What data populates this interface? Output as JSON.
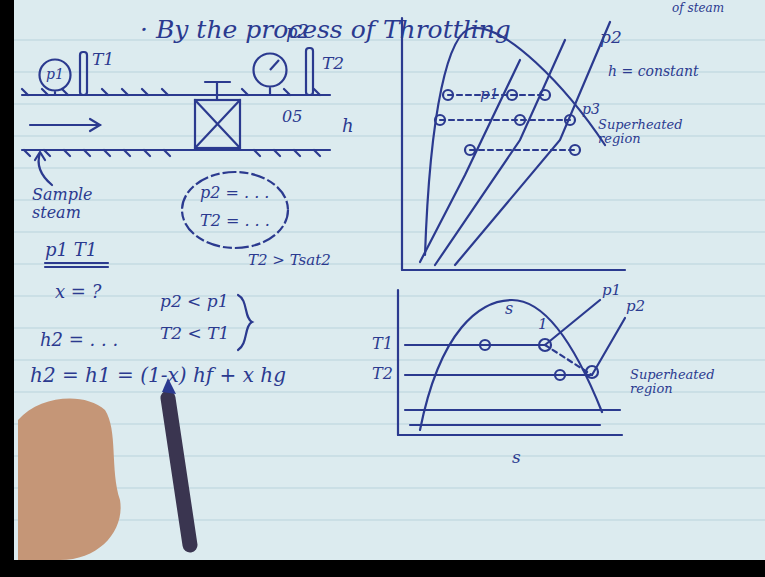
{
  "diagram": {
    "title": "· By the process of Throttling",
    "nodes": [
      {
        "text": [
          "p1"
        ]
      },
      {
        "text": [
          "p2"
        ]
      },
      {
        "text": [
          "p2 = . . .",
          "T2 = . . ."
        ]
      }
    ],
    "labels": [
      "of steam",
      "T1",
      "05",
      "h",
      "Sample steam",
      "p1 T1",
      "x = ?",
      "h2 = . . .",
      "h2 = h1 = (1-x) hf + x hg",
      "T2 > Tsat2",
      "p2 < p1",
      "T2 < T1",
      "p1",
      "p2",
      "h = constant",
      "p3",
      "Superheated region",
      "s",
      "T1",
      "T2",
      "1",
      "p1",
      "p2",
      "Superheated region",
      "s",
      "T2"
    ]
  }
}
